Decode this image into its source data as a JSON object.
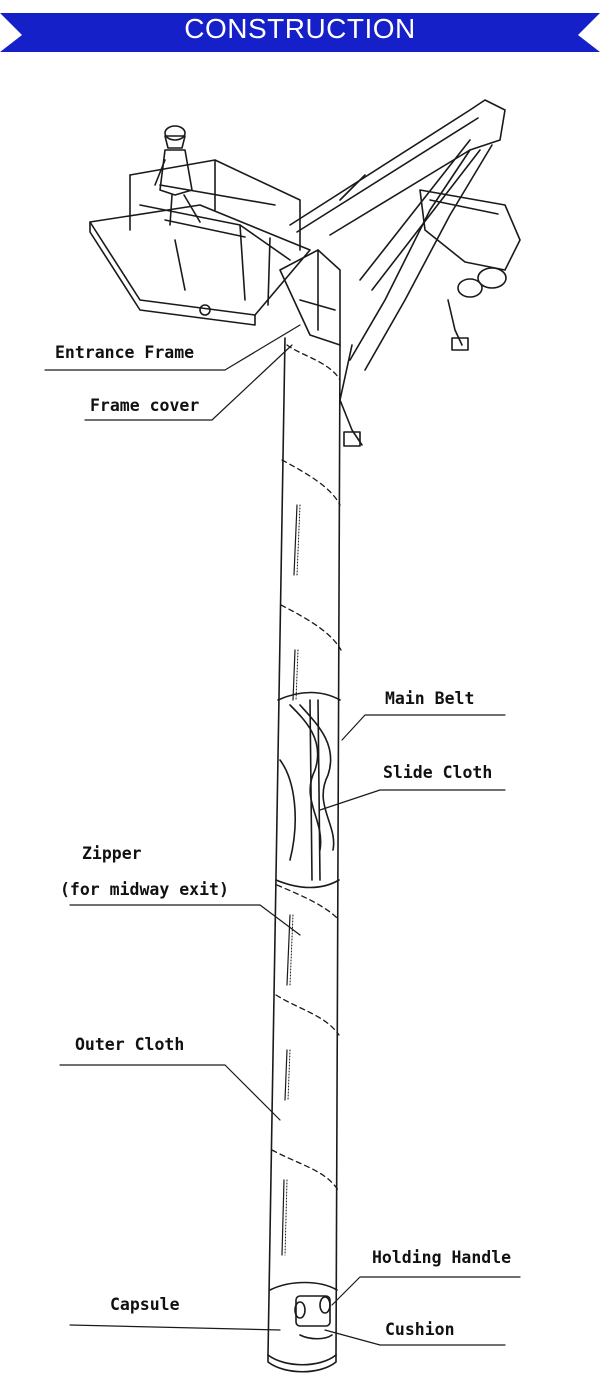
{
  "banner": {
    "title": "CONSTRUCTION",
    "color": "#1620c8"
  },
  "labels": {
    "entrance_frame": "Entrance Frame",
    "frame_cover": "Frame cover",
    "main_belt": "Main Belt",
    "slide_cloth": "Slide Cloth",
    "zipper": "Zipper",
    "zipper_note": "(for midway exit)",
    "outer_cloth": "Outer Cloth",
    "holding_handle": "Holding Handle",
    "capsule": "Capsule",
    "cushion": "Cushion"
  }
}
